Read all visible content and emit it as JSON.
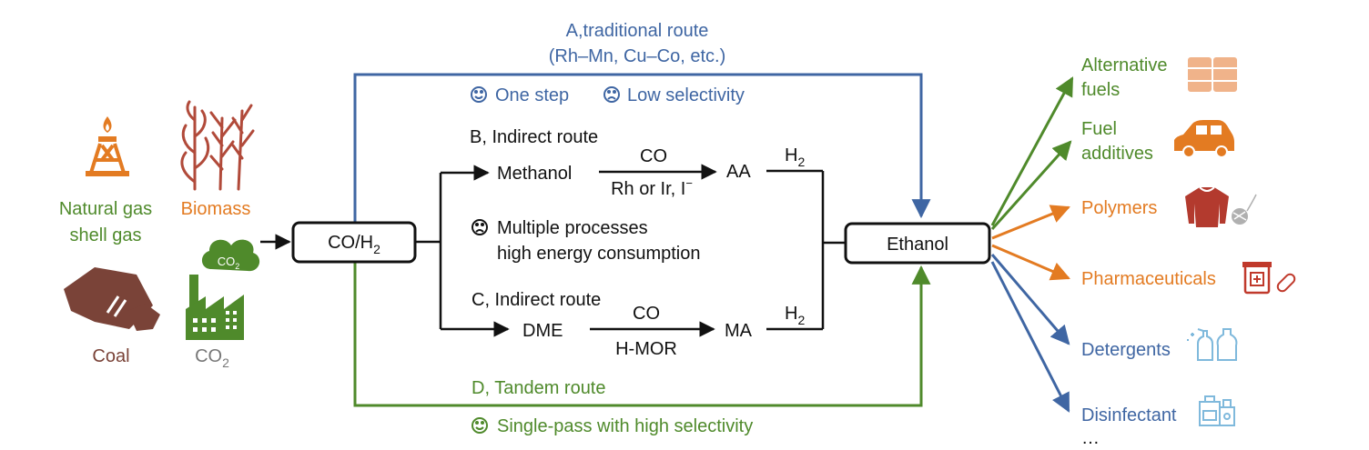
{
  "colors": {
    "blue": "#3f66a3",
    "green": "#4f8a2b",
    "orange": "#e37b22",
    "brown": "#7a4338",
    "gray": "#7a7a7a",
    "pale_orange": "#f0b38a",
    "pale_blue": "#7fb9dc",
    "red": "#c0392b"
  },
  "sources": {
    "natural_gas": {
      "line1": "Natural gas",
      "line2": "shell gas",
      "icon": "gas-rig-icon"
    },
    "biomass": {
      "label": "Biomass",
      "icon": "crop-plants-icon"
    },
    "coal": {
      "label": "Coal",
      "icon": "coal-lump-icon"
    },
    "co2": {
      "label": "CO",
      "sub": "2",
      "icon": "factory-icon",
      "cloud_label": "CO",
      "cloud_sub": "2"
    }
  },
  "nodes": {
    "syngas": {
      "label": "CO/H",
      "sub": "2"
    },
    "ethanol": {
      "label": "Ethanol"
    },
    "methanol": "Methanol",
    "aa": "AA",
    "dme": "DME",
    "ma": "MA"
  },
  "route_a": {
    "title": "A,traditional route",
    "subtitle": "(Rh–Mn, Cu–Co, etc.)",
    "pro": "One step",
    "con": "Low selectivity"
  },
  "route_b": {
    "title": "B, Indirect route",
    "reagent": "CO",
    "catalyst": "Rh or Ir, I",
    "catalyst_sup": "−",
    "h2": "H",
    "h2_sub": "2",
    "con_line1": "Multiple processes",
    "con_line2": "high energy consumption"
  },
  "route_c": {
    "title": "C, Indirect route",
    "reagent": "CO",
    "catalyst": "H-MOR",
    "h2": "H",
    "h2_sub": "2"
  },
  "route_d": {
    "title": "D, Tandem route",
    "pro": "Single-pass with high selectivity"
  },
  "products": [
    {
      "line1": "Alternative",
      "line2": "fuels",
      "icon": "fuel-barrels-icon"
    },
    {
      "line1": "Fuel",
      "line2": "additives",
      "icon": "car-icon"
    },
    {
      "line1": "Polymers",
      "icon": "sweater-yarn-icon"
    },
    {
      "line1": "Pharmaceuticals",
      "icon": "medicine-icon"
    },
    {
      "line1": "Detergents",
      "icon": "detergent-bottles-icon"
    },
    {
      "line1": "Disinfectant",
      "icon": "disinfectant-bottles-icon"
    }
  ],
  "ellipsis": "…"
}
